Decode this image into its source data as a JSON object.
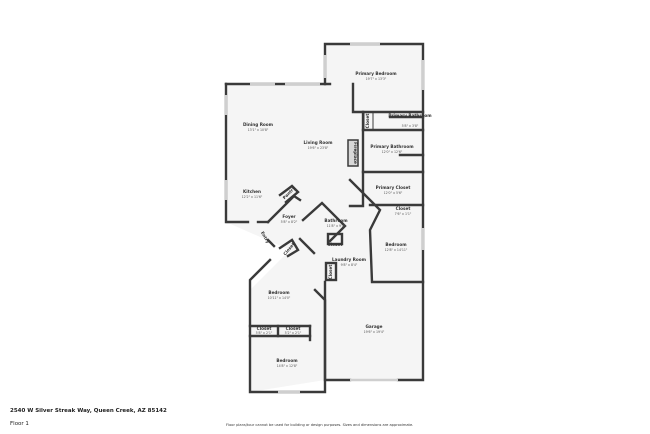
{
  "address": "2540 W Silver Streak Way, Queen Creek, AZ 85142",
  "floor_label": "Floor 1",
  "disclaimer": "Floor plans/tour cannot be used for building or design purposes. Sizes and dimensions are approximate.",
  "rooms": [
    {
      "name": "Primary Bedroom",
      "dims": "19'7\" x 13'3\""
    },
    {
      "name": "Dining Room",
      "dims": "13'1\" x 10'8\""
    },
    {
      "name": "Living Room",
      "dims": "19'6\" x 23'8\""
    },
    {
      "name": "Kitchen",
      "dims": "12'2\" x 11'6\""
    },
    {
      "name": "Primary Bathroom",
      "dims": "5'8\" x 3'8\""
    },
    {
      "name": "Primary Bathroom",
      "dims": "12'0\" x 12'6\""
    },
    {
      "name": "Primary Closet",
      "dims": "12'0\" x 5'6\""
    },
    {
      "name": "Closet",
      "dims": "7'6\" x 1'1\""
    },
    {
      "name": "Foyer",
      "dims": "5'8\" x 8'2\""
    },
    {
      "name": "Bathroom",
      "dims": "11'8\" x 9'4\""
    },
    {
      "name": "Bedroom",
      "dims": "12'8\" x 14'11\""
    },
    {
      "name": "Laundry Room",
      "dims": "9'8\" x 8'4\""
    },
    {
      "name": "Bedroom",
      "dims": "10'11\" x 14'0\""
    },
    {
      "name": "Closet",
      "dims": "5'8\" x 2'1\""
    },
    {
      "name": "Closet",
      "dims": "5'2\" x 2'1\""
    },
    {
      "name": "Bedroom",
      "dims": "14'8\" x 12'8\""
    },
    {
      "name": "Garage",
      "dims": "19'6\" x 19'4\""
    }
  ],
  "small_labels": {
    "closet": "Closet",
    "fireplace": "Fireplace",
    "pantry": "Pantry",
    "entry": "Entry"
  }
}
